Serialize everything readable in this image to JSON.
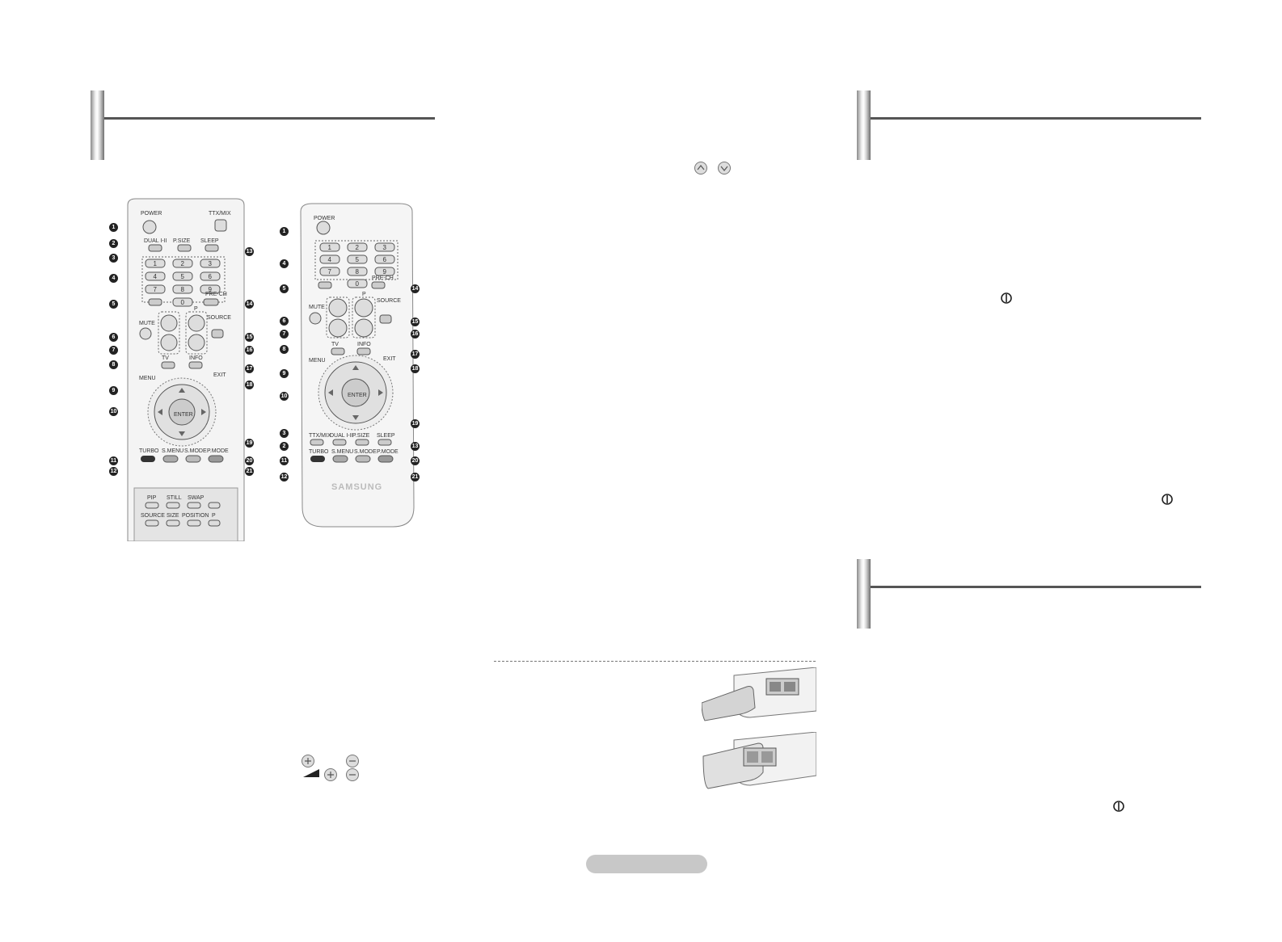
{
  "remote_a": {
    "labels": {
      "power": "POWER",
      "ttx": "TTX/MIX",
      "dual": "DUAL I-II",
      "psize": "P.SIZE",
      "sleep": "SLEEP",
      "prech": "PRE-CH",
      "mute": "MUTE",
      "source": "SOURCE",
      "p": "P",
      "tv": "TV",
      "info": "INFO",
      "menu": "MENU",
      "exit": "EXIT",
      "enter": "ENTER",
      "turbo": "TURBO",
      "smenu": "S.MENU",
      "smode": "S.MODE",
      "pmode": "P.MODE",
      "pip": "PIP",
      "still": "STILL",
      "swap": "SWAP",
      "src2": "SOURCE",
      "size": "SIZE",
      "position": "POSITION",
      "p2": "P"
    },
    "digits": [
      "1",
      "2",
      "3",
      "4",
      "5",
      "6",
      "7",
      "8",
      "9",
      "0"
    ],
    "callouts": [
      "1",
      "2",
      "3",
      "4",
      "5",
      "6",
      "7",
      "8",
      "9",
      "10",
      "11",
      "12",
      "13",
      "14",
      "15",
      "16",
      "17",
      "18",
      "19",
      "20",
      "21"
    ]
  },
  "remote_b": {
    "labels": {
      "power": "POWER",
      "mute": "MUTE",
      "source": "SOURCE",
      "tv": "TV",
      "info": "INFO",
      "menu": "MENU",
      "exit": "EXIT",
      "enter": "ENTER",
      "ttx": "TTX/MIX",
      "dual": "DUAL I-II",
      "psize": "P.SIZE",
      "sleep": "SLEEP",
      "turbo": "TURBO",
      "smenu": "S.MENU",
      "smode": "S.MODE",
      "pmode": "P.MODE",
      "prech": "PRE-CH",
      "brand": "SAMSUNG",
      "p": "P"
    },
    "digits": [
      "1",
      "2",
      "3",
      "4",
      "5",
      "6",
      "7",
      "8",
      "9",
      "0"
    ],
    "callouts": [
      "1",
      "4",
      "5",
      "6",
      "7",
      "8",
      "9",
      "10",
      "3",
      "2",
      "11",
      "12",
      "14",
      "15",
      "16",
      "17",
      "18",
      "19",
      "13",
      "20",
      "21"
    ]
  },
  "colors": {
    "header_line": "#555555",
    "pill": "#c8c8c8",
    "turbo": "#333333"
  }
}
